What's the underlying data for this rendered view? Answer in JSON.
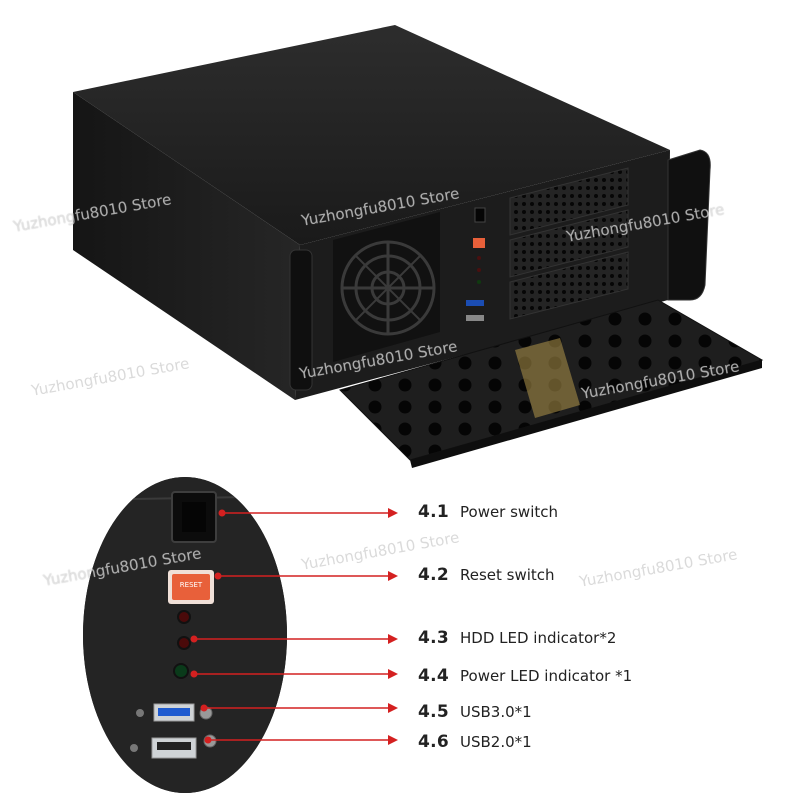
{
  "callouts": [
    {
      "number": "4.1",
      "label": "Power switch"
    },
    {
      "number": "4.2",
      "label": "Reset switch"
    },
    {
      "number": "4.3",
      "label": "HDD LED indicator*2"
    },
    {
      "number": "4.4",
      "label": "Power LED indicator *1"
    },
    {
      "number": "4.5",
      "label": "USB3.0*1"
    },
    {
      "number": "4.6",
      "label": "USB2.0*1"
    }
  ],
  "reset_button_text": "RESET",
  "watermark": "Yuzhongfu8010 Store",
  "colors": {
    "arrow": "#d42020",
    "chassis": "#1b1b1b",
    "reset": "#e8603a"
  }
}
